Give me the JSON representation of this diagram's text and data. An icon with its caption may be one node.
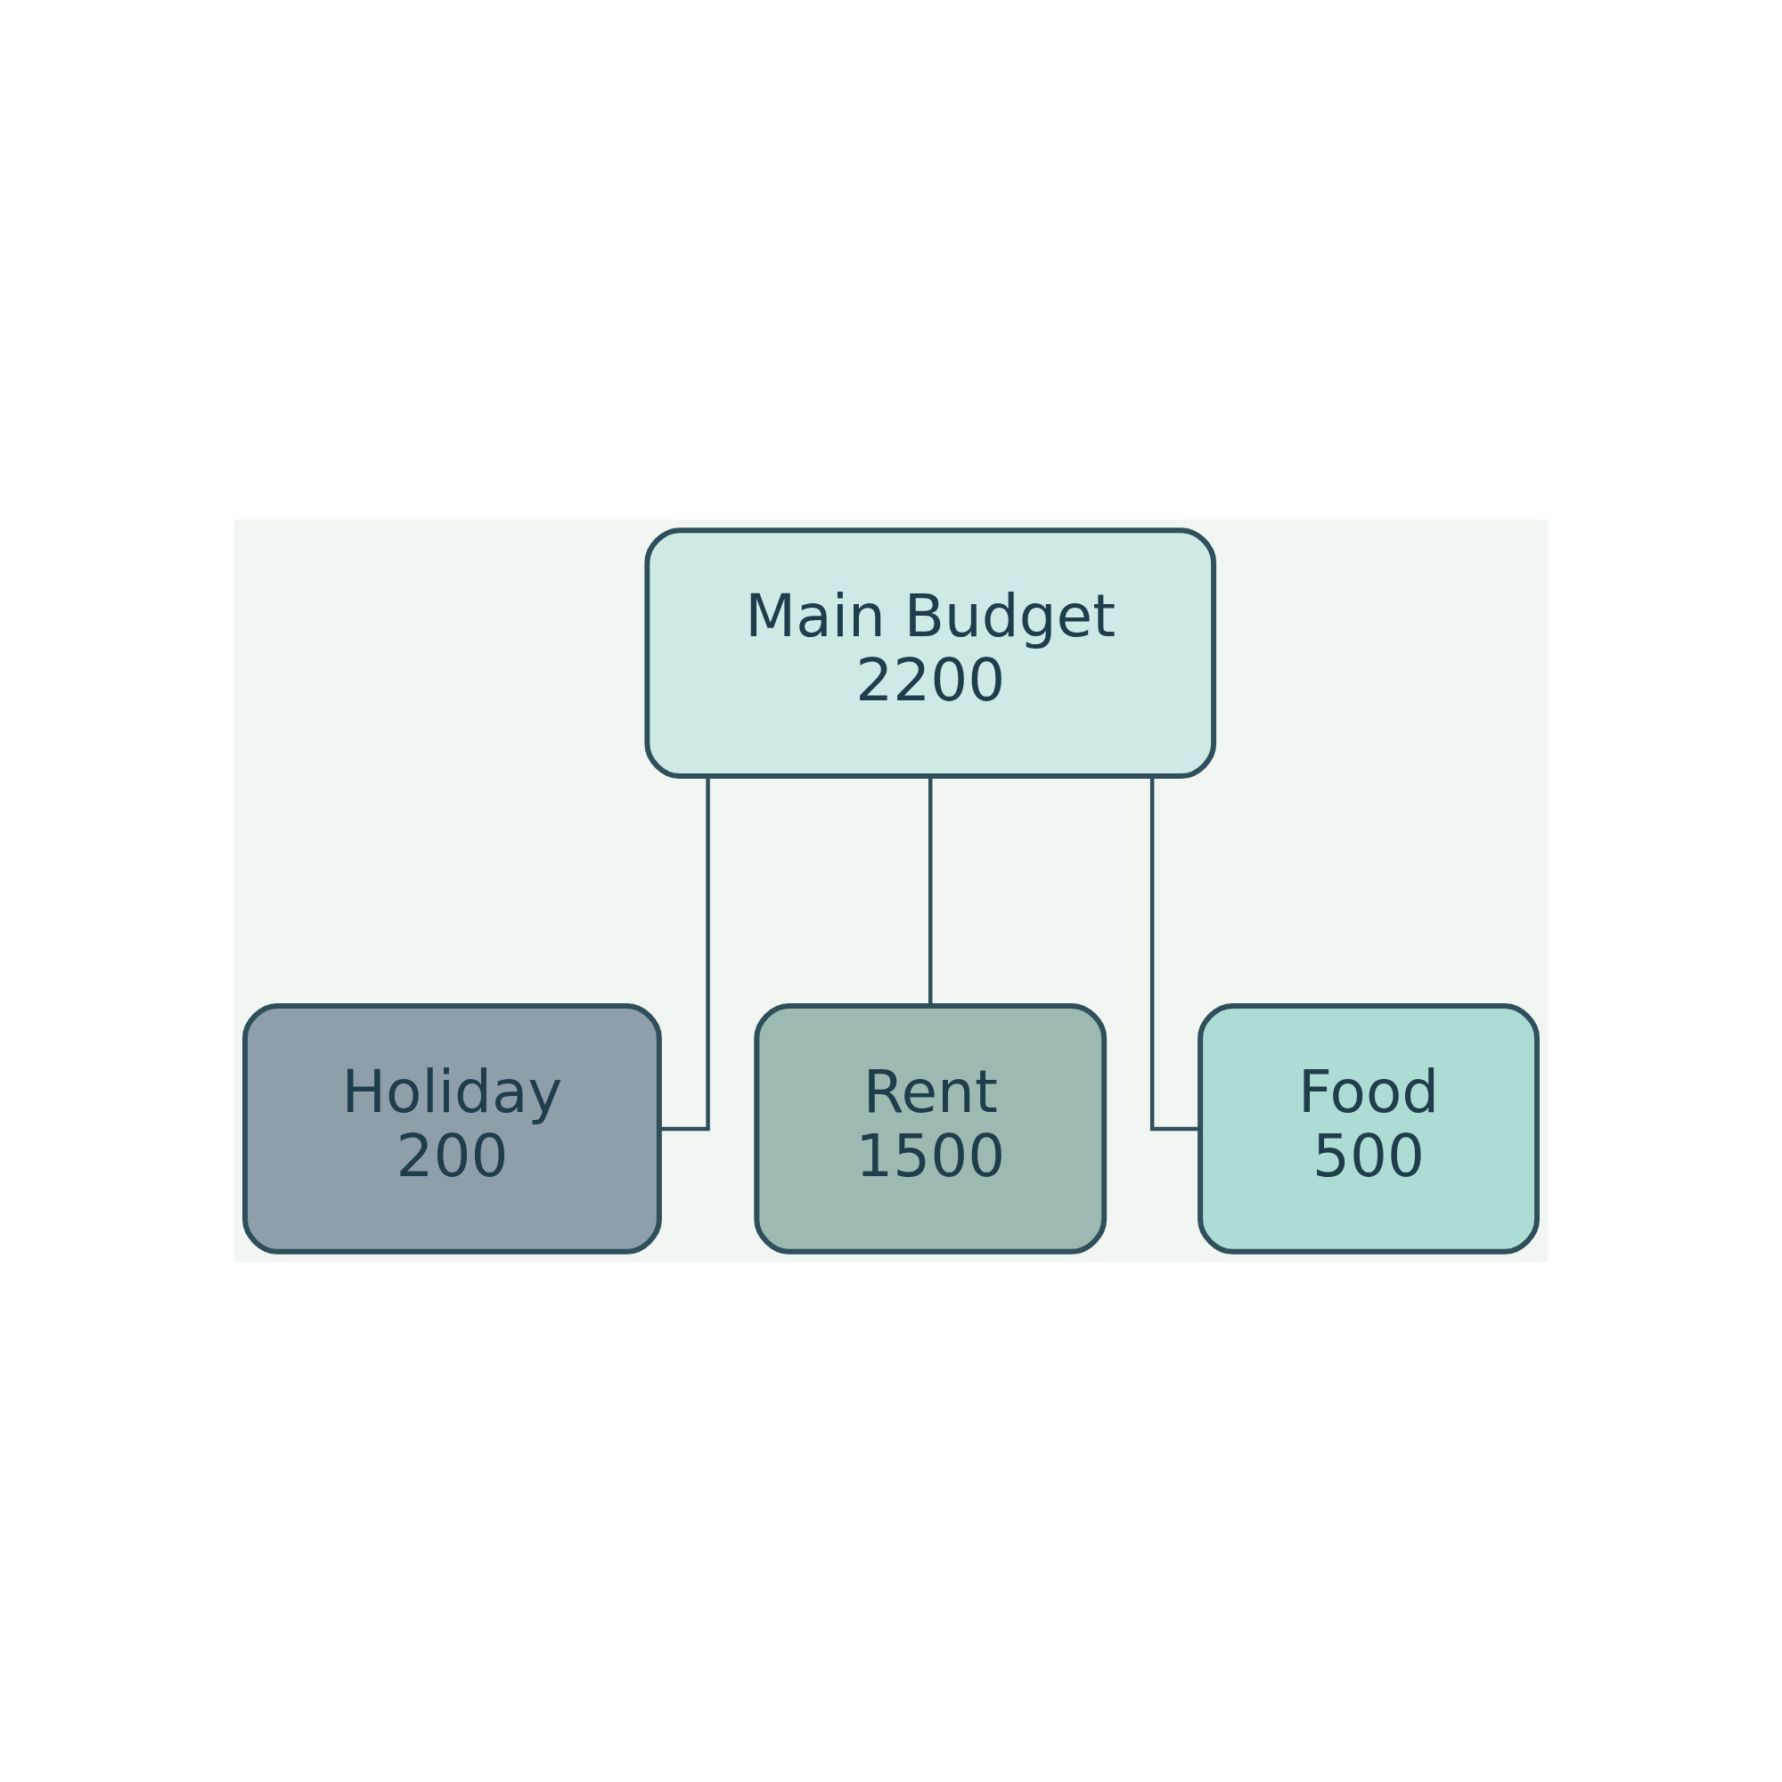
{
  "diagram": {
    "nodes": [
      {
        "text": [
          "Main Budget",
          "2200"
        ]
      },
      {
        "text": [
          "Holiday",
          "200"
        ]
      },
      {
        "text": [
          "Rent",
          "1500"
        ]
      },
      {
        "text": [
          "Food",
          "500"
        ]
      }
    ],
    "edges": [
      {
        "from": 0,
        "to": 1,
        "arrow": "none"
      },
      {
        "from": 0,
        "to": 2,
        "arrow": "none"
      },
      {
        "from": 0,
        "to": 3,
        "arrow": "none"
      }
    ]
  }
}
